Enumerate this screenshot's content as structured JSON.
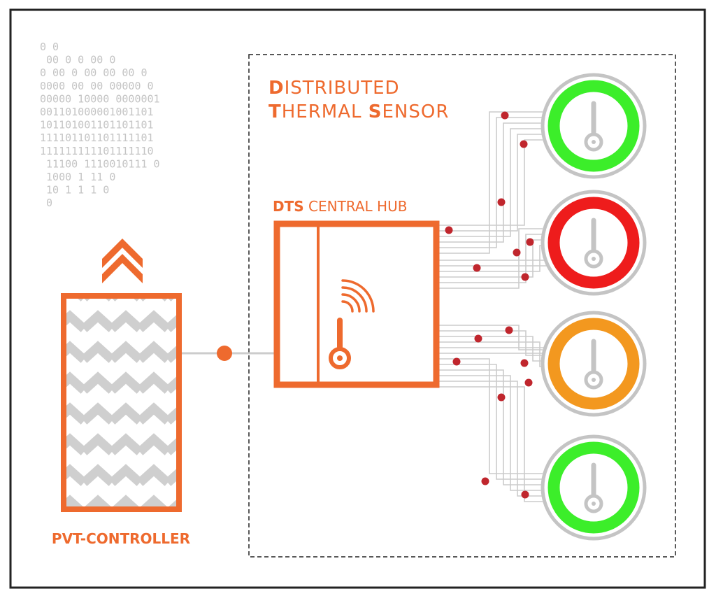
{
  "diagram": {
    "title": {
      "line1": {
        "initial": "D",
        "rest": "ISTRIBUTED"
      },
      "line2": [
        {
          "initial": "T",
          "rest": "HERMAL "
        },
        {
          "initial": "S",
          "rest": "ENSOR"
        }
      ]
    },
    "hub_label": {
      "bold": "DTS",
      "rest": " CENTRAL HUB"
    },
    "controller_label": "PVT-CONTROLLER",
    "binary_rows": [
      "       0          0",
      "  00 0      0  00 0",
      "0 00 0  00 00 00 0",
      "0000 00 00 00000 0",
      "00000 10000 0000001",
      "001101000001001101",
      "101101001101101101",
      "111101101101111101",
      "111111111101111110",
      "  11100 1110010111 0",
      "  1000     1 11   0",
      " 10 1     1  1   0",
      " 0"
    ],
    "sensors": [
      {
        "name": "sensor-1",
        "status_color": "#3cee2a"
      },
      {
        "name": "sensor-2",
        "status_color": "#ee1c1c"
      },
      {
        "name": "sensor-3",
        "status_color": "#f3981f"
      },
      {
        "name": "sensor-4",
        "status_color": "#3cee2a"
      }
    ],
    "colors": {
      "accent": "#ee6a2e",
      "wire": "#cccccc",
      "node": "#c0262d",
      "icon": "#c4c4c4",
      "frame": "#222222"
    },
    "icons": {
      "controller_arrow": "double-chevron-up-icon",
      "hub": "wireless-thermometer-icon",
      "sensor": "thermometer-icon"
    }
  }
}
